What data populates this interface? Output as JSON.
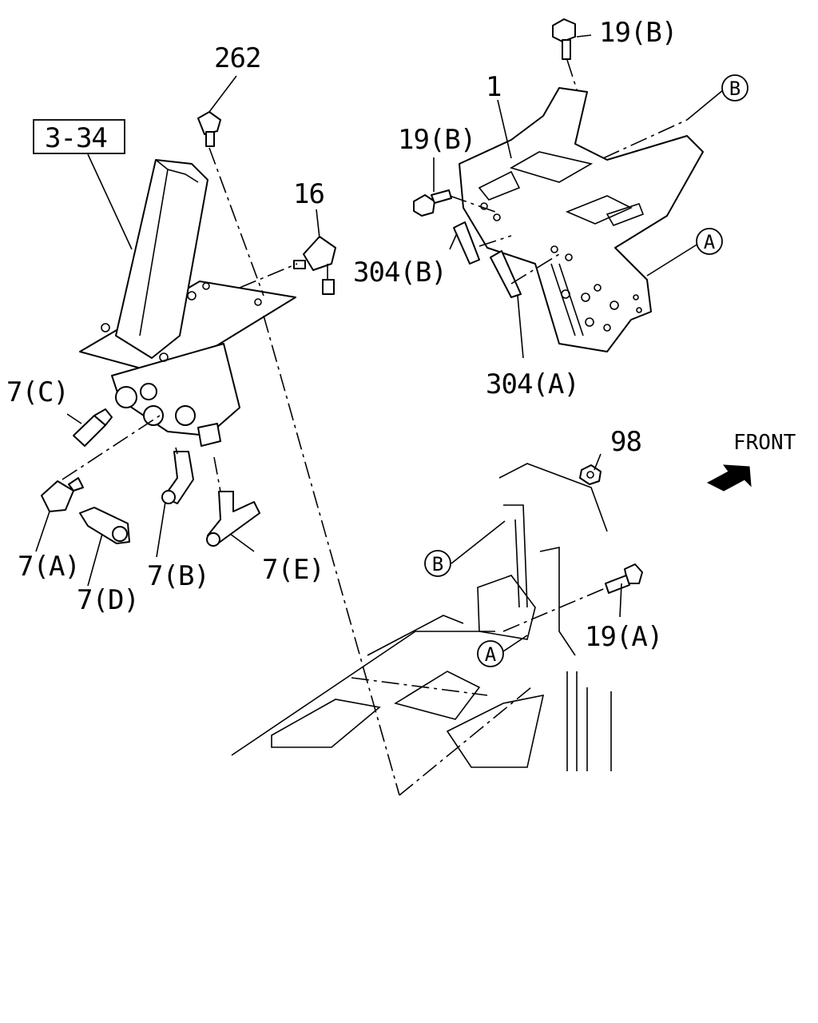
{
  "labels": {
    "ref_3_34": "3-34",
    "l_262": "262",
    "l_16": "16",
    "l_1": "1",
    "l_19b_top": "19(B)",
    "l_19b_mid": "19(B)",
    "l_304b": "304(B)",
    "l_304a": "304(A)",
    "l_7c": "7(C)",
    "l_7a": "7(A)",
    "l_7d": "7(D)",
    "l_7b": "7(B)",
    "l_7e": "7(E)",
    "l_98": "98",
    "l_19a": "19(A)",
    "front": "FRONT",
    "callout_b_top": "B",
    "callout_a_top": "A",
    "callout_b_bottom": "B",
    "callout_a_bottom": "A"
  }
}
